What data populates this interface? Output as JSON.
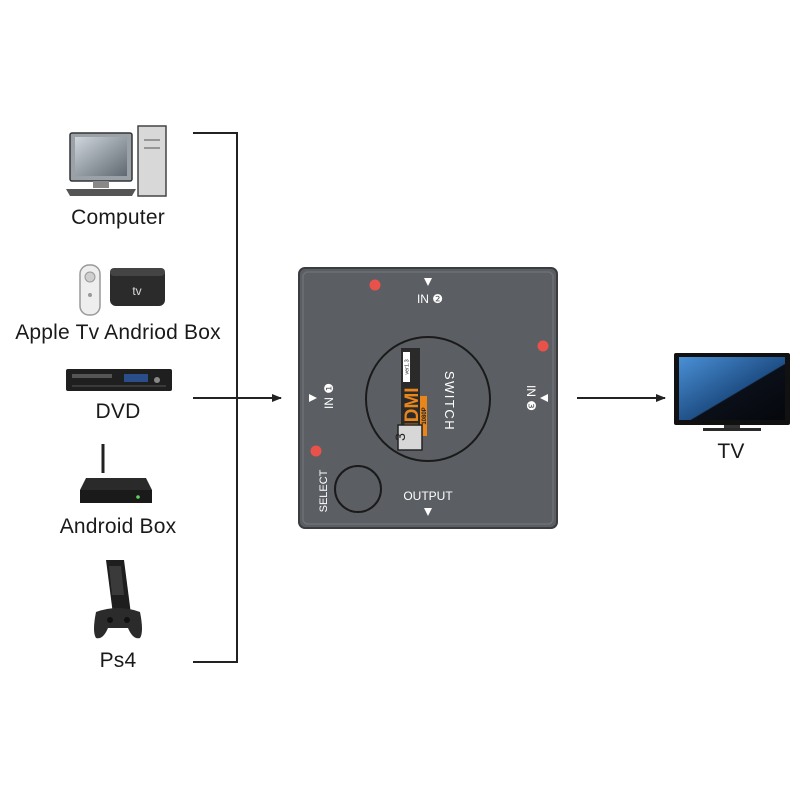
{
  "sources": [
    {
      "id": "computer",
      "label": "Computer",
      "icon": "computer-icon"
    },
    {
      "id": "apple-tv",
      "label": "Apple Tv Andriod Box",
      "icon": "apple-tv-icon"
    },
    {
      "id": "dvd",
      "label": "DVD",
      "icon": "dvd-player-icon"
    },
    {
      "id": "android-box",
      "label": "Android Box",
      "icon": "android-box-icon"
    },
    {
      "id": "ps4",
      "label": "Ps4",
      "icon": "game-console-icon"
    }
  ],
  "switch": {
    "in1": "IN ❶",
    "in2": "IN ❷",
    "in3": "IN ❸",
    "output": "OUTPUT",
    "select": "SELECT",
    "brand": "HDMI",
    "resolution": "1080P",
    "version": "ver1.3",
    "switch_label": "SWITCH",
    "port_count": "3",
    "body_color": "#5b5e62",
    "led_color": "#e8524a"
  },
  "target": {
    "label": "TV",
    "icon": "tv-icon",
    "screen_color": "#2f6fae"
  }
}
